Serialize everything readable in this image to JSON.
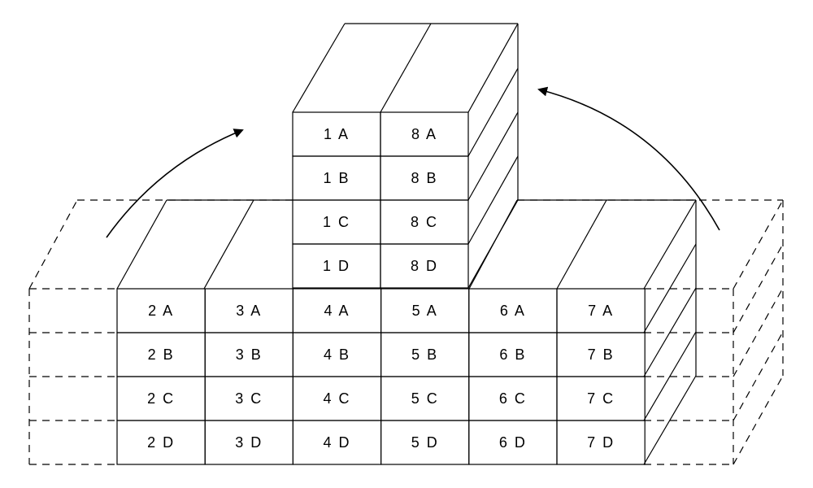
{
  "diagram": {
    "type": "stacked-blocks-isometric",
    "top_block": {
      "columns": [
        "1",
        "8"
      ],
      "rows": [
        "A",
        "B",
        "C",
        "D"
      ]
    },
    "base_block": {
      "columns": [
        "2",
        "3",
        "4",
        "5",
        "6",
        "7"
      ],
      "rows": [
        "A",
        "B",
        "C",
        "D"
      ]
    },
    "rotation_arrows": [
      {
        "side": "left",
        "icon": "curved-arrow-up-right-icon"
      },
      {
        "side": "right",
        "icon": "curved-arrow-up-left-icon"
      }
    ],
    "colors": {
      "line": "#000000",
      "background": "#ffffff"
    }
  }
}
